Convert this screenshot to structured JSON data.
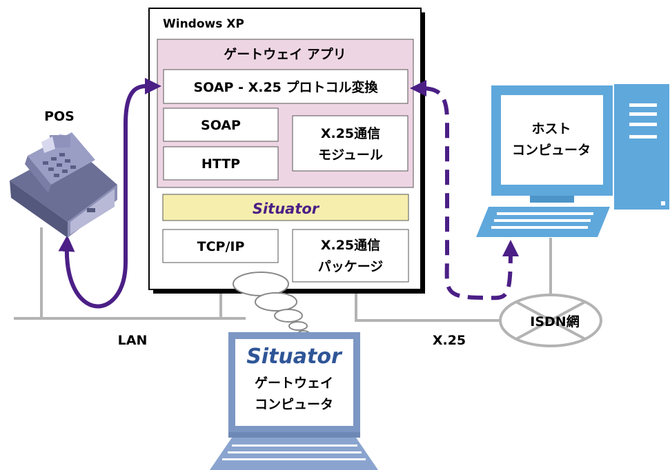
{
  "title": "Windows XP",
  "gateway_app": {
    "title": "ゲートウェイ アプリ",
    "protocol_conversion": "SOAP - X.25 プロトコル変換",
    "soap": "SOAP",
    "http": "HTTP",
    "x25_module": [
      "X.25通信",
      "モジュール"
    ]
  },
  "situator_bar": "Situator",
  "tcpip": "TCP/IP",
  "x25_package": [
    "X.25通信",
    "パッケージ"
  ],
  "pos": {
    "label": "POS"
  },
  "host": {
    "label": [
      "ホスト",
      "コンピュータ"
    ]
  },
  "network": {
    "lan": "LAN",
    "x25": "X.25",
    "isdn": "ISDN網"
  },
  "laptop": {
    "brand": "Situator",
    "label": [
      "ゲートウェイ",
      "コンピュータ"
    ]
  },
  "colors": {
    "pink": "#eed5e3",
    "yellow": "#f6eead",
    "purple": "#4b1f86",
    "device_blue": "#5fa8dc",
    "line_gray": "#b3b3b3",
    "brand_blue": "#2e5597"
  }
}
